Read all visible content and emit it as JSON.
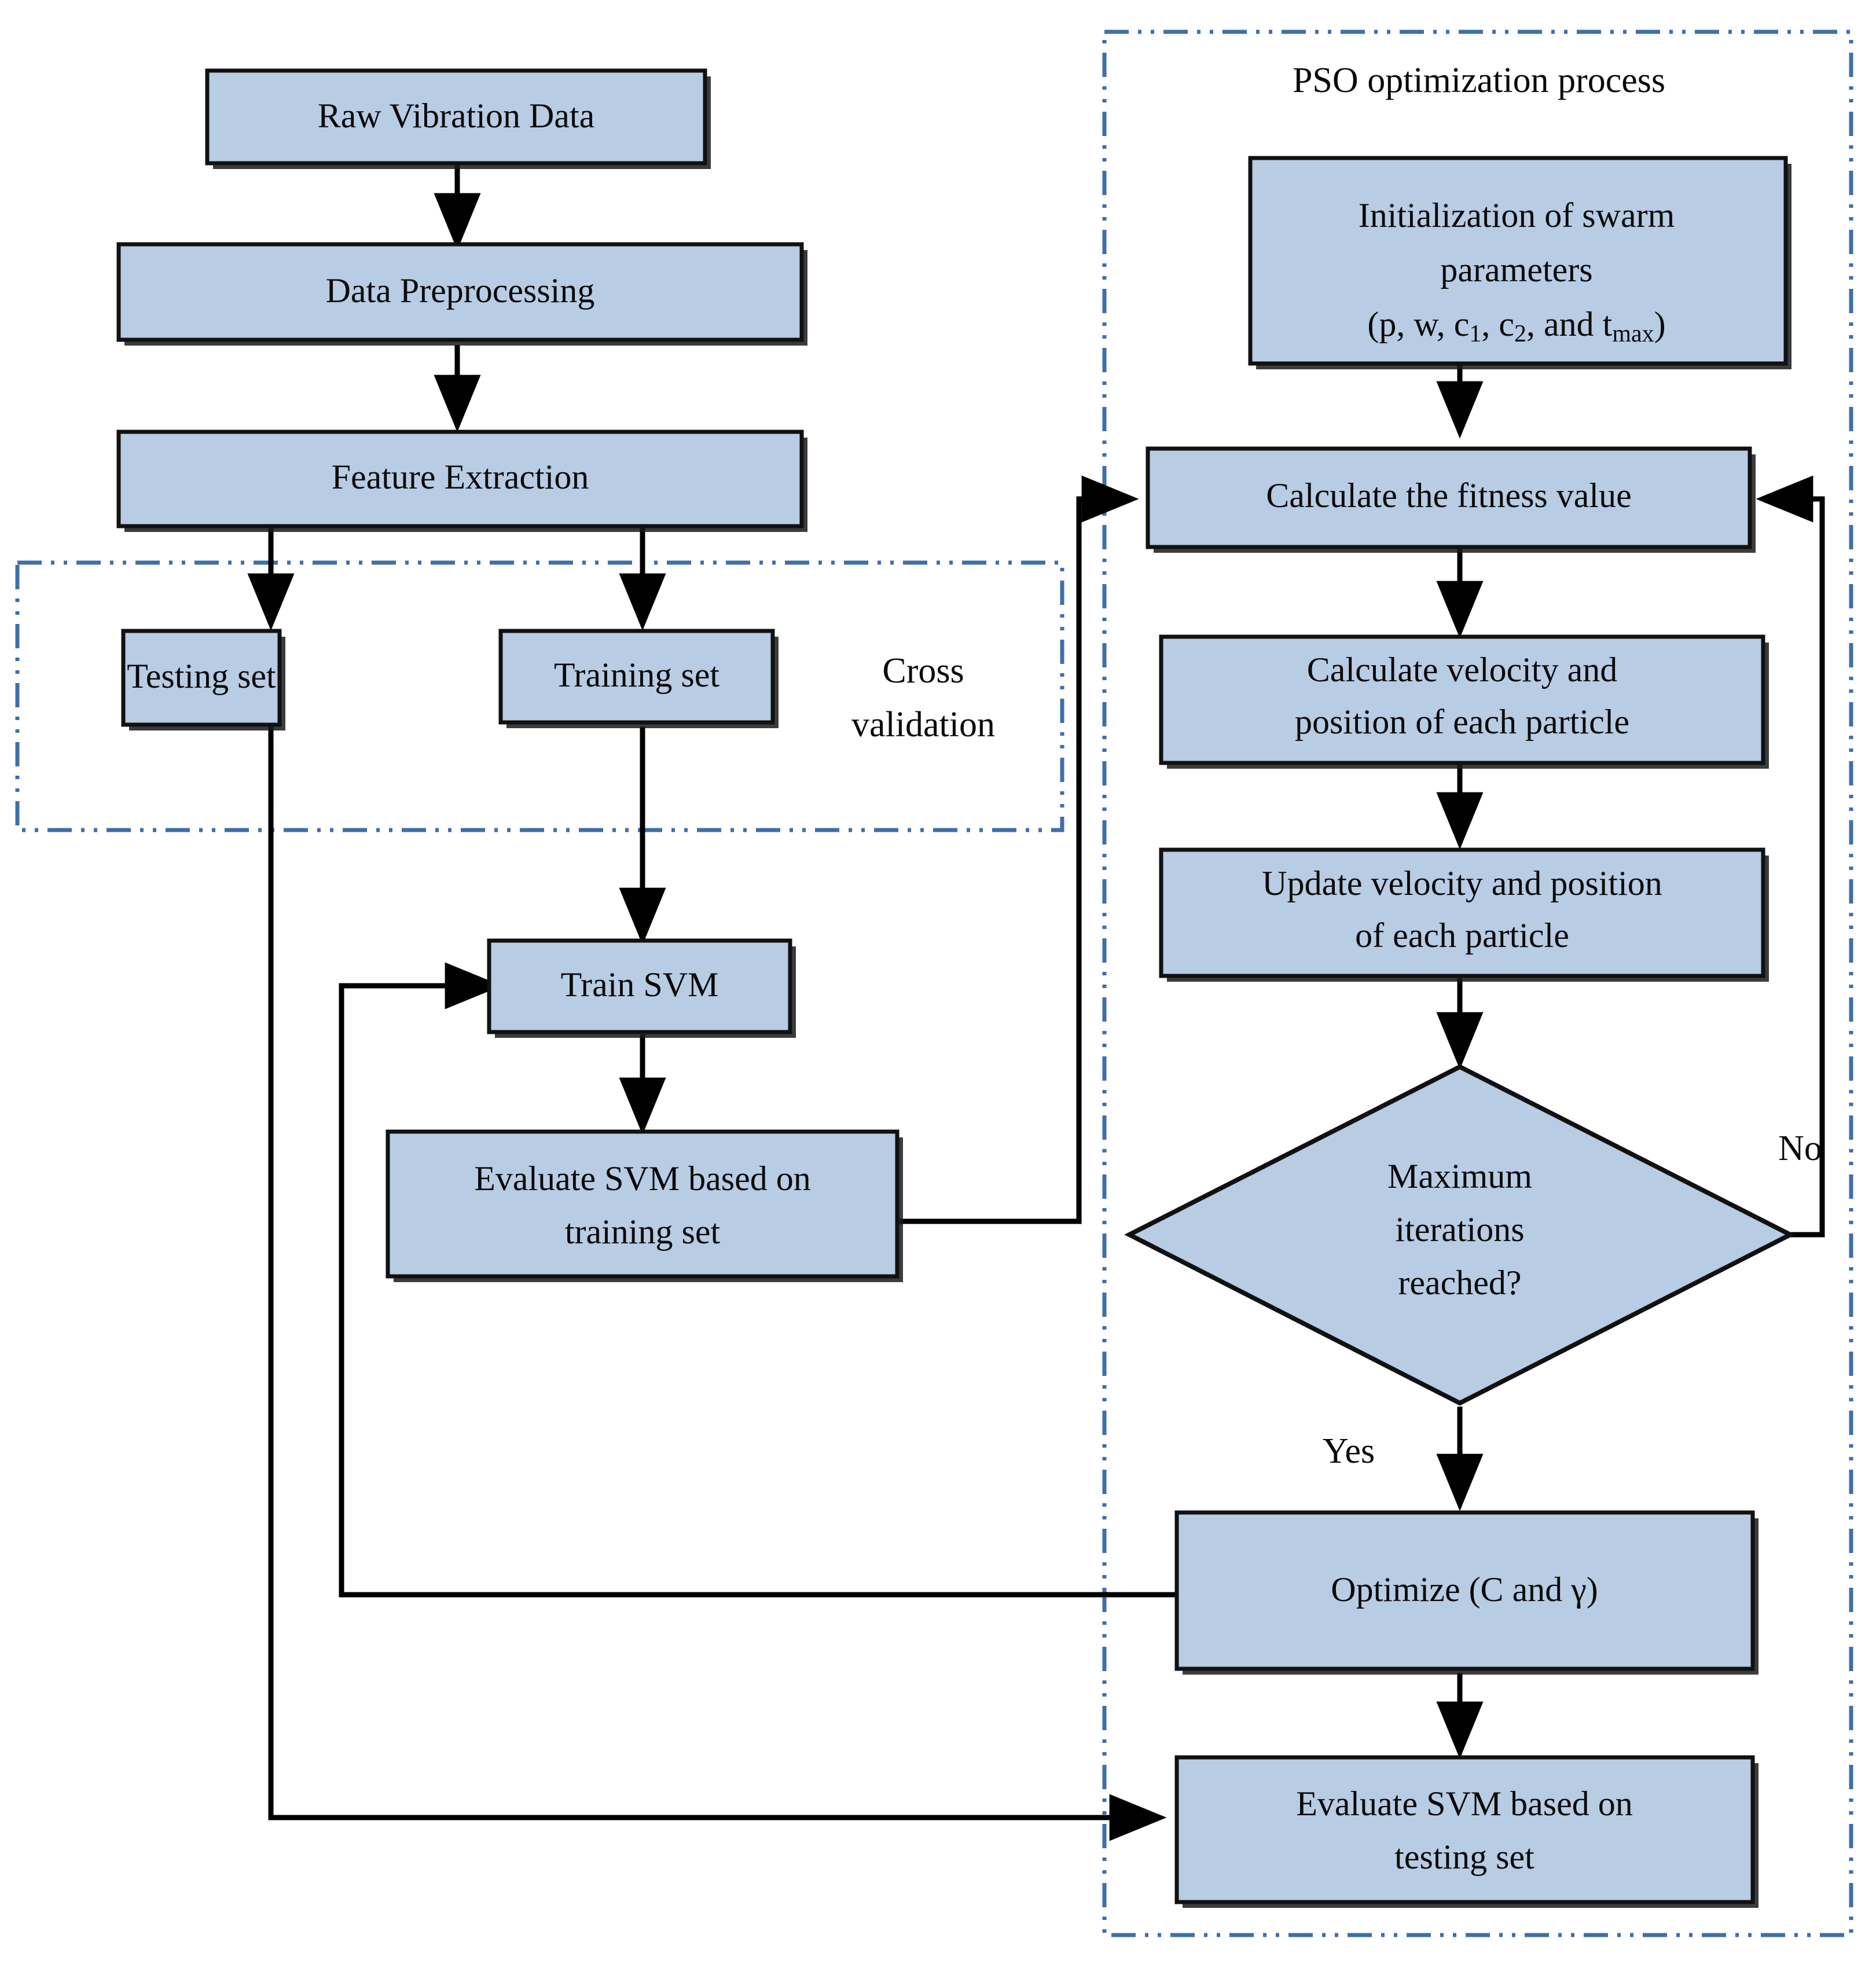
{
  "diagram": {
    "title_visible": false,
    "colors": {
      "node_fill": "#b8cce4",
      "node_stroke": "#111111",
      "connector": "#000000",
      "group_border": "#3f6fa8",
      "background": "#ffffff"
    },
    "groups": [
      {
        "id": "cross-validation",
        "label": "Cross\nvalidation",
        "label_line1": "Cross",
        "label_line2": "validation"
      },
      {
        "id": "pso",
        "label": "PSO optimization process"
      }
    ],
    "nodes": [
      {
        "id": "raw-vibration-data",
        "label": "Raw Vibration Data",
        "shape": "rect"
      },
      {
        "id": "data-preprocessing",
        "label": "Data Preprocessing",
        "shape": "rect"
      },
      {
        "id": "feature-extraction",
        "label": "Feature Extraction",
        "shape": "rect"
      },
      {
        "id": "testing-set",
        "label": "Testing set",
        "shape": "rect"
      },
      {
        "id": "training-set",
        "label": "Training set",
        "shape": "rect"
      },
      {
        "id": "train-svm",
        "label": "Train SVM",
        "shape": "rect"
      },
      {
        "id": "evaluate-svm-training",
        "label": "Evaluate SVM based on training set",
        "line1": "Evaluate SVM based on",
        "line2": "training set",
        "shape": "rect"
      },
      {
        "id": "initialization-of-swarm-parameters",
        "label": "Initialization of swarm parameters (p, w, c1, c2, and tmax)",
        "line1": "Initialization of swarm",
        "line2": "parameters",
        "line3_pre": "(p, w, c",
        "line3_sub1": "1",
        "line3_mid": ", c",
        "line3_sub2": "2",
        "line3_post": ", and t",
        "line3_sub3": "max",
        "line3_end": ")",
        "shape": "rect"
      },
      {
        "id": "calculate-fitness-value",
        "label": "Calculate the fitness value",
        "shape": "rect"
      },
      {
        "id": "calculate-velocity-position",
        "label": "Calculate velocity and position of each particle",
        "line1": "Calculate velocity and",
        "line2": "position of each particle",
        "shape": "rect"
      },
      {
        "id": "update-velocity-position",
        "label": "Update velocity and position of each particle",
        "line1": "Update velocity and position",
        "line2": "of each particle",
        "shape": "rect"
      },
      {
        "id": "maximum-iterations-reached",
        "label": "Maximum iterations reached?",
        "line1": "Maximum",
        "line2": "iterations",
        "line3": "reached?",
        "shape": "diamond"
      },
      {
        "id": "optimize-c-gamma",
        "label": "Optimize (C and γ)",
        "shape": "rect"
      },
      {
        "id": "evaluate-svm-testing",
        "label": "Evaluate SVM based on testing set",
        "line1": "Evaluate SVM based on",
        "line2": "testing set",
        "shape": "rect"
      }
    ],
    "edge_labels": [
      {
        "id": "branch-no",
        "label": "No"
      },
      {
        "id": "branch-yes",
        "label": "Yes"
      }
    ]
  }
}
